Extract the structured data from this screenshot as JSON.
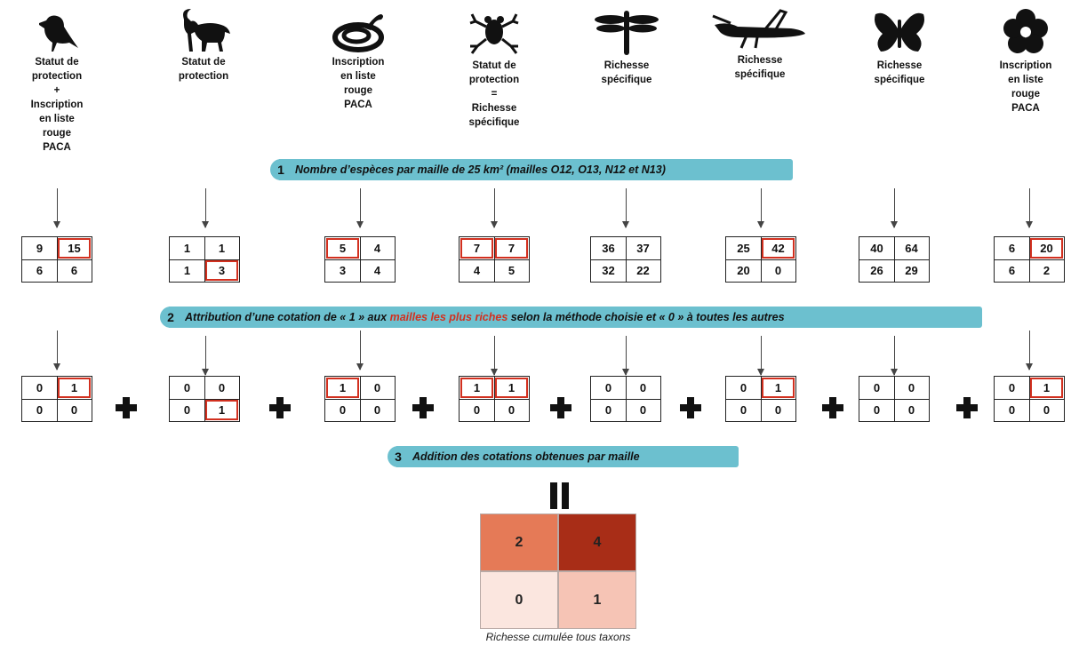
{
  "taxa": [
    {
      "icon": "bird-icon",
      "label": "Statut de\nprotection\n+\nInscription\nen liste\nrouge\nPACA"
    },
    {
      "icon": "ibex-icon",
      "label": "Statut de\nprotection"
    },
    {
      "icon": "snake-icon",
      "label": "Inscription\nen liste\nrouge\nPACA"
    },
    {
      "icon": "frog-icon",
      "label": "Statut de\nprotection\n=\nRichesse\nspécifique"
    },
    {
      "icon": "dragonfly-icon",
      "label": "Richesse\nspécifique"
    },
    {
      "icon": "grasshopper-icon",
      "label": "Richesse\nspécifique"
    },
    {
      "icon": "butterfly-icon",
      "label": "Richesse\nspécifique"
    },
    {
      "icon": "flower-icon",
      "label": "Inscription\nen liste\nrouge\nPACA"
    }
  ],
  "steps": [
    {
      "number": "1",
      "text": "Nombre d’espèces par maille de 25 km² (mailles O12, O13, N12 et N13)"
    },
    {
      "number": "2",
      "text_before": "Attribution d’une cotation de « 1 » aux ",
      "text_highlight": "mailles les plus riches",
      "text_after": " selon la méthode choisie et « 0 » à toutes les autres"
    },
    {
      "number": "3",
      "text": "Addition des cotations obtenues par maille"
    }
  ],
  "counts": [
    {
      "values": [
        "9",
        "15",
        "6",
        "6"
      ],
      "highlight": [
        false,
        true,
        false,
        false
      ]
    },
    {
      "values": [
        "1",
        "1",
        "1",
        "3"
      ],
      "highlight": [
        false,
        false,
        false,
        true
      ]
    },
    {
      "values": [
        "5",
        "4",
        "3",
        "4"
      ],
      "highlight": [
        true,
        false,
        false,
        false
      ]
    },
    {
      "values": [
        "7",
        "7",
        "4",
        "5"
      ],
      "highlight": [
        true,
        true,
        false,
        false
      ]
    },
    {
      "values": [
        "36",
        "37",
        "32",
        "22"
      ],
      "highlight": [
        false,
        false,
        false,
        false
      ]
    },
    {
      "values": [
        "25",
        "42",
        "20",
        "0"
      ],
      "highlight": [
        false,
        true,
        false,
        false
      ]
    },
    {
      "values": [
        "40",
        "64",
        "26",
        "29"
      ],
      "highlight": [
        false,
        false,
        false,
        false
      ]
    },
    {
      "values": [
        "6",
        "20",
        "6",
        "2"
      ],
      "highlight": [
        false,
        true,
        false,
        false
      ]
    }
  ],
  "scores": [
    {
      "values": [
        "0",
        "1",
        "0",
        "0"
      ],
      "highlight": [
        false,
        true,
        false,
        false
      ]
    },
    {
      "values": [
        "0",
        "0",
        "0",
        "1"
      ],
      "highlight": [
        false,
        false,
        false,
        true
      ]
    },
    {
      "values": [
        "1",
        "0",
        "0",
        "0"
      ],
      "highlight": [
        true,
        false,
        false,
        false
      ]
    },
    {
      "values": [
        "1",
        "1",
        "0",
        "0"
      ],
      "highlight": [
        true,
        true,
        false,
        false
      ]
    },
    {
      "values": [
        "0",
        "0",
        "0",
        "0"
      ],
      "highlight": [
        false,
        false,
        false,
        false
      ]
    },
    {
      "values": [
        "0",
        "1",
        "0",
        "0"
      ],
      "highlight": [
        false,
        true,
        false,
        false
      ]
    },
    {
      "values": [
        "0",
        "0",
        "0",
        "0"
      ],
      "highlight": [
        false,
        false,
        false,
        false
      ]
    },
    {
      "values": [
        "0",
        "1",
        "0",
        "0"
      ],
      "highlight": [
        false,
        true,
        false,
        false
      ]
    }
  ],
  "result": {
    "values": [
      "2",
      "4",
      "0",
      "1"
    ],
    "colors": [
      "#e57a57",
      "#a82d17",
      "#fbe6df",
      "#f6c4b5"
    ],
    "caption": "Richesse cumulée tous taxons"
  },
  "colors": {
    "accent": "#6cc0cf",
    "highlight": "#d2301f"
  }
}
